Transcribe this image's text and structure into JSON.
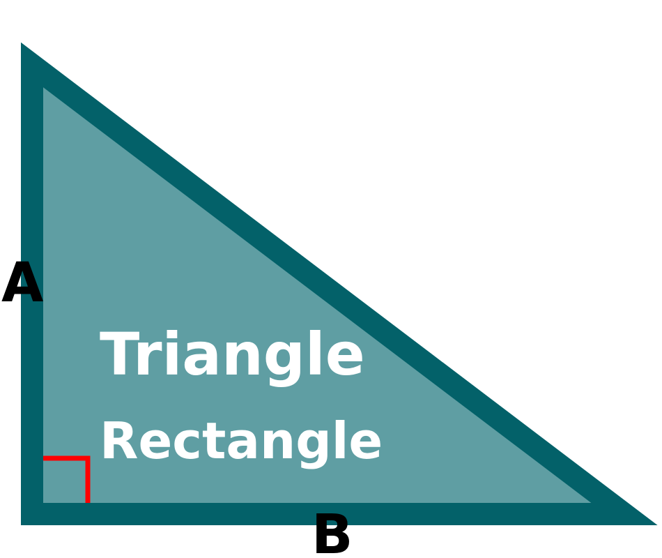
{
  "diagram": {
    "title_line1": "Triangle",
    "title_line2": "Rectangle",
    "side_a_label": "A",
    "side_b_label": "B",
    "colors": {
      "background": "#ffffff",
      "triangle_fill": "#5f9ea3",
      "triangle_stroke": "#036169",
      "right_angle_marker": "#ff0000",
      "title_text": "#ffffff",
      "side_label_text": "#000000"
    }
  }
}
